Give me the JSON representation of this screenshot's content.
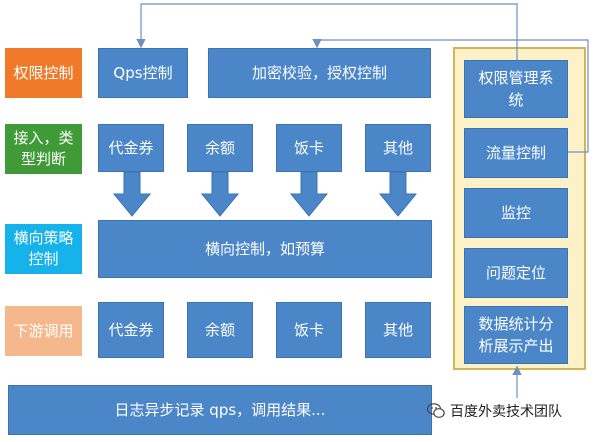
{
  "colors": {
    "accent_blue": "#4a86c8",
    "label_orange": "#f07a2a",
    "label_green": "#3f9a37",
    "label_cyan": "#16b2ea",
    "label_peach": "#f5b88d",
    "panel_fill": "#fdf1c7",
    "panel_border": "#d2b55a"
  },
  "rows": {
    "auth": {
      "label": "权限控制",
      "qps_box": "Qps控制",
      "encrypt_box": "加密校验，授权控制"
    },
    "access": {
      "label": "接入，类型判断",
      "items": [
        "代金券",
        "余额",
        "饭卡",
        "其他"
      ]
    },
    "strategy": {
      "label": "横向策略控制",
      "box": "横向控制，如预算"
    },
    "downstream": {
      "label": "下游调用",
      "items": [
        "代金券",
        "余额",
        "饭卡",
        "其他"
      ]
    },
    "log": {
      "box": "日志异步记录  qps，调用结果..."
    }
  },
  "side_panel": {
    "items": [
      "权限管理系统",
      "流量控制",
      "监控",
      "问题定位",
      "数据统计分析展示产出"
    ]
  },
  "watermark": {
    "icon": "wechat-icon",
    "text": "百度外卖技术团队"
  }
}
